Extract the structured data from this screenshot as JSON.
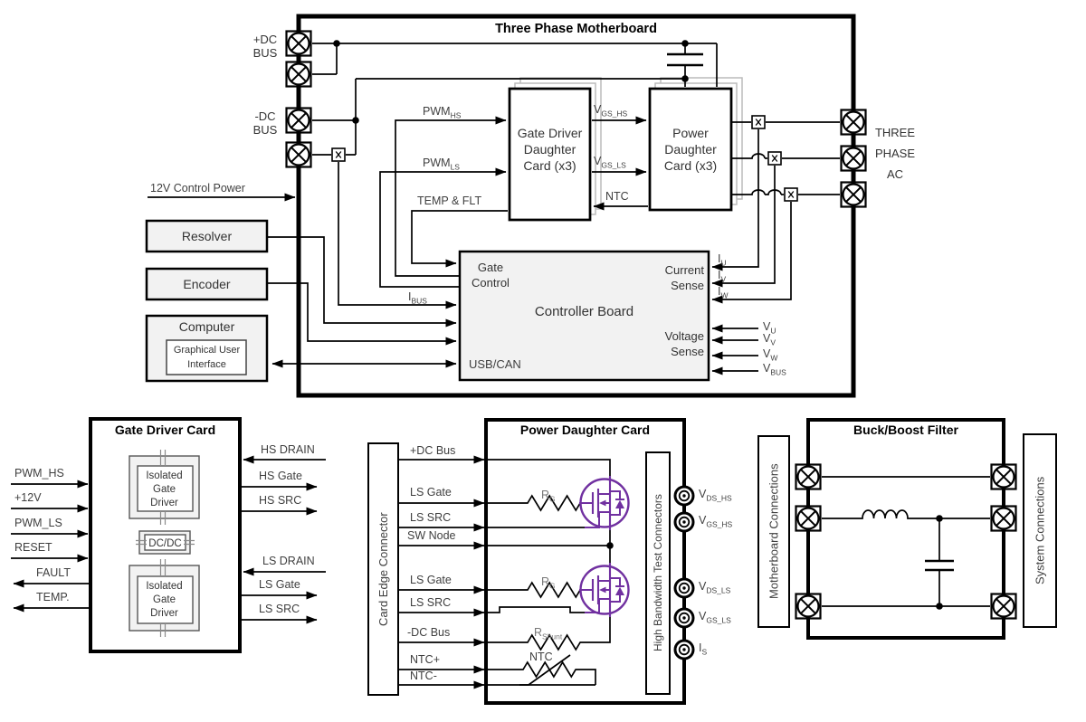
{
  "motherboard": {
    "title": "Three Phase Motherboard",
    "dc_bus_pos": "+DC BUS",
    "dc_bus_neg": "-DC BUS",
    "control_power_label": "12V Control Power",
    "three_phase_ac_label": "THREE PHASE AC",
    "resolver_label": "Resolver",
    "encoder_label": "Encoder",
    "computer_label": "Computer",
    "gui_label": "Graphical User Interface",
    "gddc_lines": [
      "Gate Driver",
      "Daughter",
      "Card (x3)"
    ],
    "pdc_lines": [
      "Power",
      "Daughter",
      "Card (x3)"
    ],
    "controller": {
      "title": "Controller Board",
      "gate_control_lines": [
        "Gate",
        "Control"
      ],
      "current_sense_lines": [
        "Current",
        "Sense"
      ],
      "voltage_sense_lines": [
        "Voltage",
        "Sense"
      ],
      "usb_can": "USB/CAN"
    },
    "signals": {
      "pwm_hs": {
        "b": "PWM",
        "s": "HS"
      },
      "pwm_ls": {
        "b": "PWM",
        "s": "LS"
      },
      "temp_flt": "TEMP & FLT",
      "vgs_hs": {
        "b": "V",
        "s": "GS_HS"
      },
      "vgs_ls": {
        "b": "V",
        "s": "GS_LS"
      },
      "ntc": "NTC",
      "i_bus": {
        "b": "I",
        "s": "BUS"
      },
      "i_u": {
        "b": "I",
        "s": "U"
      },
      "i_v": {
        "b": "I",
        "s": "V"
      },
      "i_w": {
        "b": "I",
        "s": "W"
      },
      "v_u": {
        "b": "V",
        "s": "U"
      },
      "v_v": {
        "b": "V",
        "s": "V"
      },
      "v_w": {
        "b": "V",
        "s": "W"
      },
      "v_bus": {
        "b": "V",
        "s": "BUS"
      }
    }
  },
  "gate_driver_card": {
    "title": "Gate Driver Card",
    "iso_gate_driver_lines": [
      "Isolated",
      "Gate",
      "Driver"
    ],
    "dcdc_label": "DC/DC",
    "left_signals": [
      "PWM_HS",
      "+12V",
      "PWM_LS",
      "RESET",
      "FAULT",
      "TEMP."
    ],
    "right_signals": [
      "HS DRAIN",
      "HS Gate",
      "HS SRC",
      "LS DRAIN",
      "LS Gate",
      "LS SRC"
    ]
  },
  "power_daughter_card": {
    "title": "Power Daughter Card",
    "card_edge_connector_label": "Card Edge Connector",
    "test_connector_label": "High Bandwidth Test Connectors",
    "left_signals": [
      "+DC Bus",
      "LS Gate",
      "LS SRC",
      "SW Node",
      "LS Gate",
      "LS SRC",
      "-DC Bus",
      "NTC+",
      "NTC-"
    ],
    "r_gate": {
      "b": "R",
      "s": "G"
    },
    "r_shunt": {
      "b": "R",
      "s": "Shunt"
    },
    "ntc_label": "NTC",
    "test_points": [
      {
        "b": "V",
        "s": "DS_HS"
      },
      {
        "b": "V",
        "s": "GS_HS"
      },
      {
        "b": "V",
        "s": "DS_LS"
      },
      {
        "b": "V",
        "s": "GS_LS"
      },
      {
        "b": "I",
        "s": "S"
      }
    ]
  },
  "buck_boost_filter": {
    "title": "Buck/Boost Filter",
    "motherboard_connections_label": "Motherboard Connections",
    "system_connections_label": "System Connections"
  },
  "colors": {
    "wire": "#000000",
    "label_text": "#3f3f3f",
    "mosfet_accent": "#7030A0",
    "block_fill": "#f2f2f2"
  }
}
